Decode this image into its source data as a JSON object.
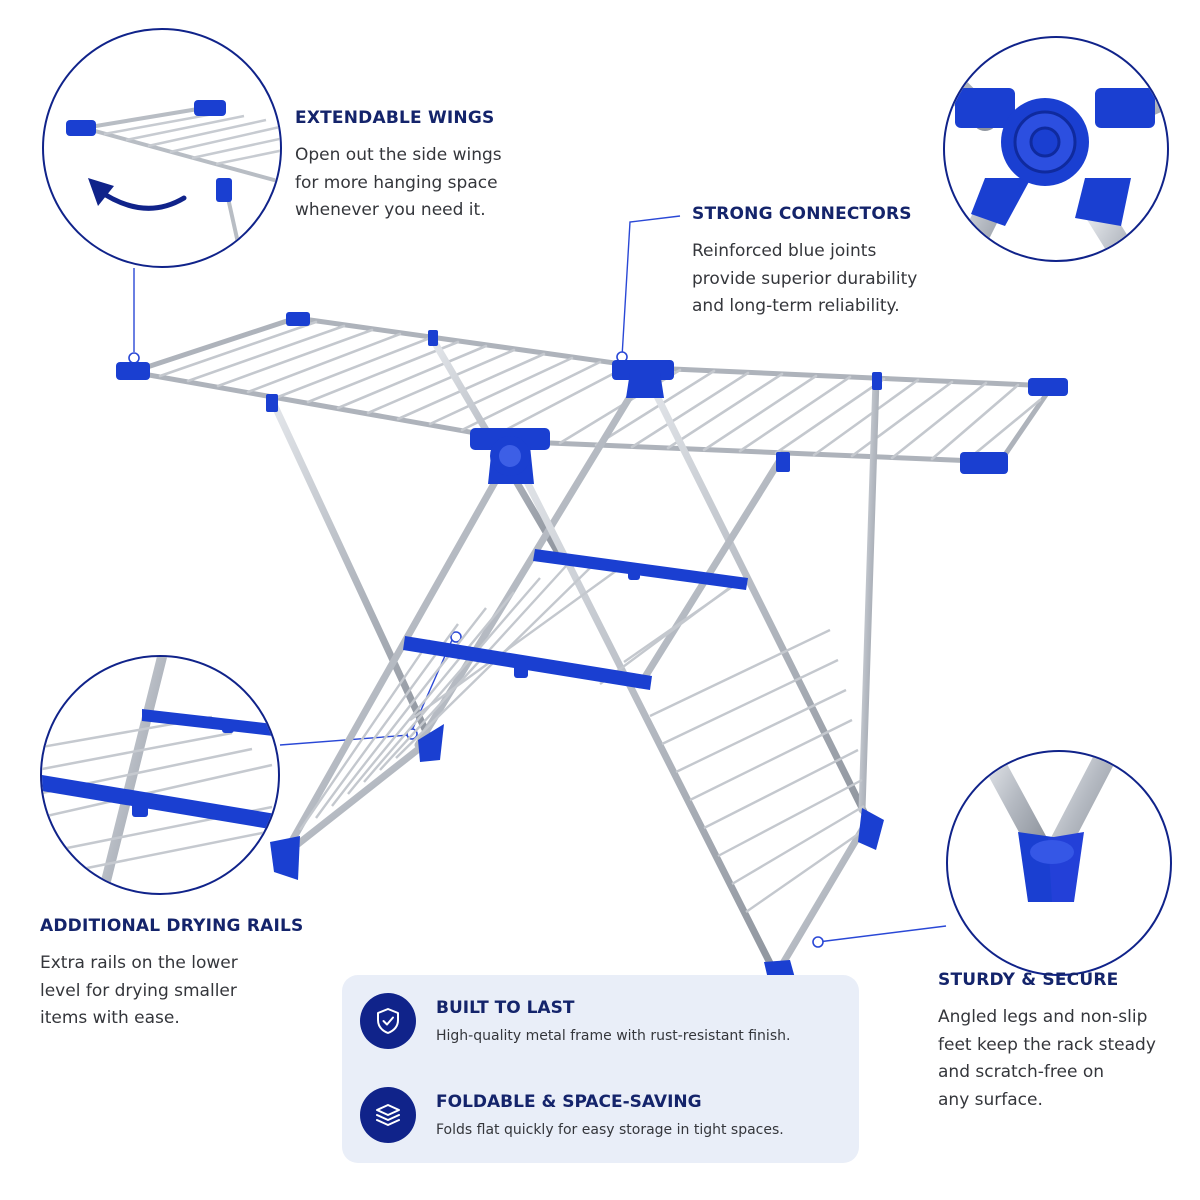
{
  "features": {
    "wings": {
      "title": "EXTENDABLE WINGS",
      "lines": [
        "Open out the side wings",
        "for more hanging space",
        "whenever you need it."
      ]
    },
    "connectors": {
      "title": "STRONG CONNECTORS",
      "lines": [
        "Reinforced blue joints",
        "provide superior durability",
        "and long-term reliability."
      ]
    },
    "rails": {
      "title": "ADDITIONAL DRYING RAILS",
      "lines": [
        "Extra rails on the lower",
        "level for drying smaller",
        "items with ease."
      ]
    },
    "sturdy": {
      "title": "STURDY & SECURE",
      "lines": [
        "Angled legs and non-slip",
        "feet keep the rack steady",
        "and scratch-free on",
        "any surface."
      ]
    }
  },
  "infobox": {
    "built": {
      "title": "BUILT TO LAST",
      "desc": "High-quality metal frame with rust-resistant finish.",
      "icon": "shield-check-icon"
    },
    "foldable": {
      "title": "FOLDABLE & SPACE-SAVING",
      "desc": "Folds flat quickly for easy storage in tight spaces.",
      "icon": "layers-icon"
    }
  },
  "colors": {
    "accent_blue": "#1a3fd1",
    "navy": "#14246b",
    "steel": "#b9bec6",
    "panel": "#e9eef8"
  }
}
